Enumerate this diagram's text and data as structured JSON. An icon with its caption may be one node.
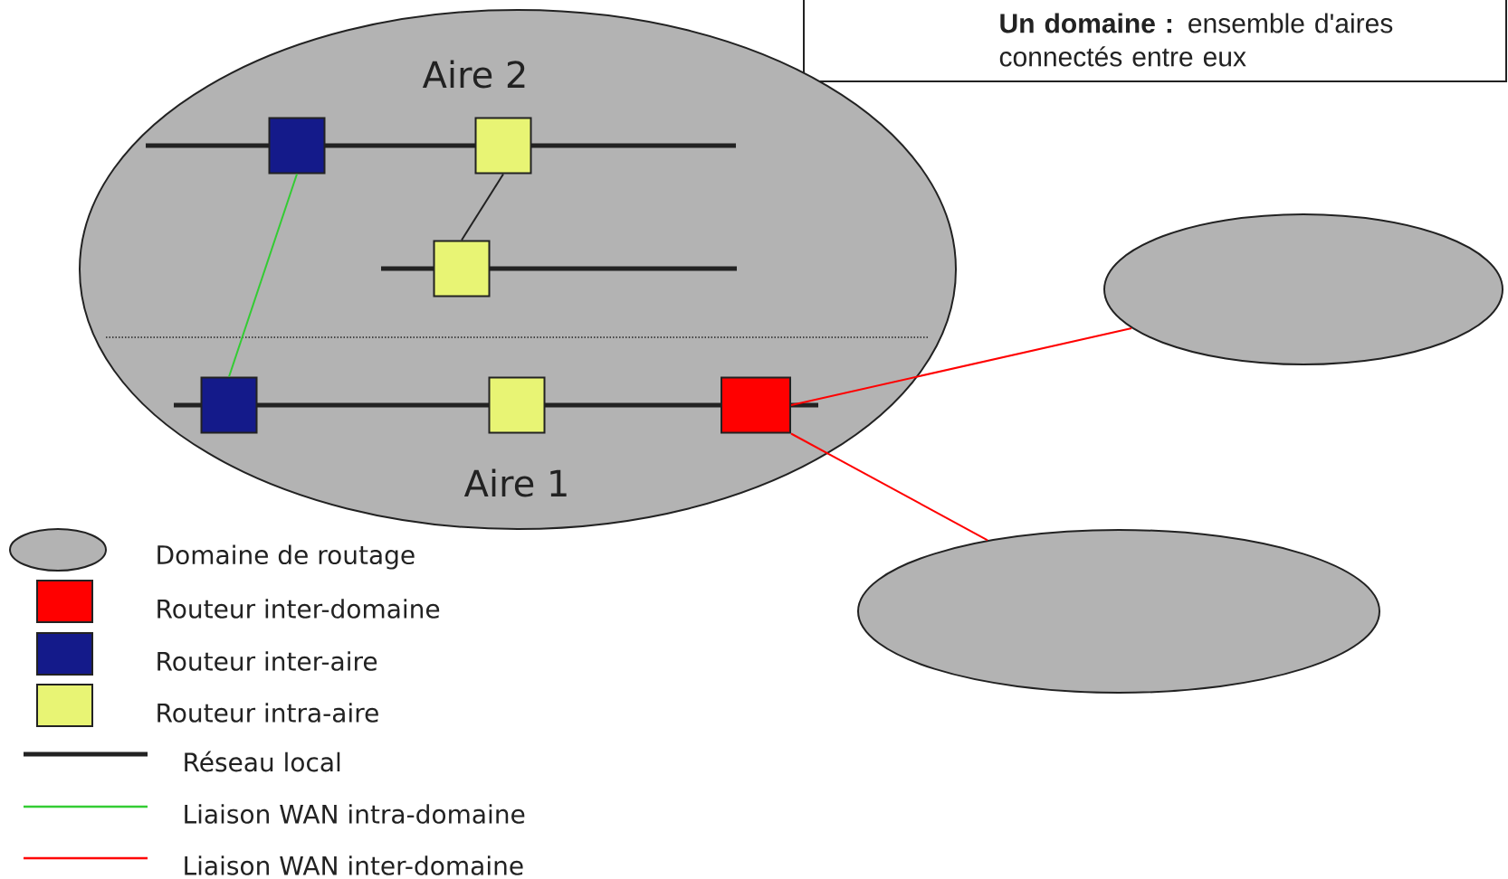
{
  "diagram": {
    "nodes": [
      {
        "text": [
          "**Un domaine :** ensemble d'aires connectés entre eux"
        ]
      },
      {
        "text": [
          "Aire 2",
          "Aire 1"
        ]
      },
      {
        "text": [],
        "shape": "box",
        "in": 1
      },
      {
        "text": [],
        "shape": "box",
        "in": 1
      },
      {
        "text": [],
        "shape": "box",
        "in": 1
      },
      {
        "text": [],
        "shape": "box",
        "in": 1
      },
      {
        "text": [],
        "shape": "box",
        "in": 1
      },
      {
        "text": [],
        "shape": "box",
        "in": 1
      },
      {
        "text": [],
        "shape": "ellipse"
      },
      {
        "text": [],
        "shape": "ellipse"
      }
    ],
    "edges": [
      {
        "from": 2,
        "to": 5,
        "arrow": "none",
        "color": "#33cc33"
      },
      {
        "from": 3,
        "to": 4,
        "arrow": "none",
        "color": "#222222"
      },
      {
        "from": 7,
        "to": 8,
        "arrow": "none",
        "color": "#ff0000"
      },
      {
        "from": 7,
        "to": 9,
        "arrow": "none",
        "color": "#ff0000"
      }
    ],
    "legend": [
      {
        "text": "Domaine de routage"
      },
      {
        "text": "Routeur inter-domaine",
        "color": "#ff0000"
      },
      {
        "text": "Routeur inter-aire",
        "color": "#141a8a"
      },
      {
        "text": "Routeur intra-aire",
        "color": "#e8f474"
      },
      {
        "text": "Réseau local"
      },
      {
        "text": "Liaison WAN intra-domaine"
      },
      {
        "text": "Liaison WAN inter-domaine"
      }
    ]
  }
}
